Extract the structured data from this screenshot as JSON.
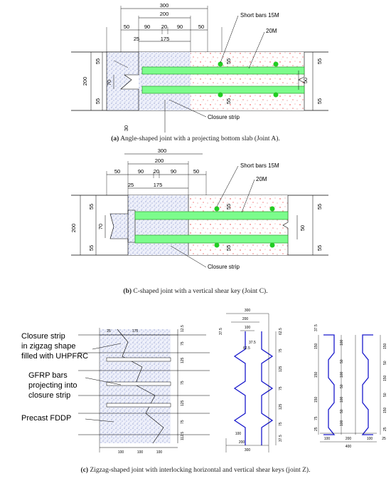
{
  "colors": {
    "rebar_fill": "#7CFC8C",
    "rebar_stroke": "#2a9a2a",
    "dots": "#22cc22",
    "zigzag": "#1a1acc",
    "stipple": "#9aa7d6",
    "speckle": "#e33"
  },
  "joint_a": {
    "dims_top": [
      "300",
      "200",
      "50",
      "90",
      "20",
      "90",
      "50",
      "25",
      "175"
    ],
    "dims_left": [
      "200",
      "55",
      "70",
      "55"
    ],
    "dims_mid": [
      "55",
      "55"
    ],
    "dims_right": [
      "55",
      "50",
      "55"
    ],
    "dim_bottom": "30",
    "label_short_bars": "Short bars 15M",
    "label_20m": "20M",
    "label_closure": "Closure strip",
    "caption_tag": "(a)",
    "caption_text": " Angle-shaped joint with a projecting bottom slab (Joint A)."
  },
  "joint_c": {
    "dims_top": [
      "300",
      "200",
      "50",
      "90",
      "20",
      "90",
      "50",
      "25",
      "175"
    ],
    "dims_left": [
      "200",
      "55",
      "70",
      "55"
    ],
    "dims_mid": [
      "55",
      "55"
    ],
    "dims_right": [
      "55",
      "50",
      "55"
    ],
    "label_short_bars": "Short bars 15M",
    "label_20m": "20M",
    "label_closure": "Closure strip",
    "caption_tag": "(b)",
    "caption_text": " C-shaped joint with a vertical shear key (Joint C)."
  },
  "joint_z": {
    "label_closure": "Closure strip in zigzag shape filled with UHPFRC",
    "label_closure_lines": [
      "Closure strip",
      "in zigzag shape",
      "filled with UHPFRC"
    ],
    "label_gfrp_lines": [
      "GFRP bars",
      "projecting into",
      "closure strip"
    ],
    "label_precast": "Precast FDDP",
    "plan_top": [
      "25",
      "175"
    ],
    "plan_right": [
      "12.5",
      "75",
      "125",
      "75",
      "125",
      "75",
      "112.5"
    ],
    "plan_bottom": [
      "100",
      "100",
      "100"
    ],
    "mid_top": [
      "300",
      "200",
      "100",
      "37.5",
      "37.5",
      "62.5"
    ],
    "mid_right": [
      "62.5",
      "75",
      "125",
      "75",
      "125",
      "75",
      "37.5"
    ],
    "mid_bottom": [
      "100",
      "200",
      "300"
    ],
    "right_top": [
      "37.5"
    ],
    "right_left": [
      "150",
      "150",
      "150",
      "75",
      "25"
    ],
    "right_inner": [
      "100",
      "50",
      "100",
      "50",
      "100",
      "50",
      "100"
    ],
    "right_right": [
      "150",
      "50",
      "150",
      "50",
      "150",
      "25"
    ],
    "right_bottom": [
      "100",
      "200",
      "100",
      "25",
      "400"
    ],
    "caption_tag": "(c)",
    "caption_text": " Zigzag-shaped joint with interlocking horizontal and vertical shear keys (joint Z)."
  }
}
